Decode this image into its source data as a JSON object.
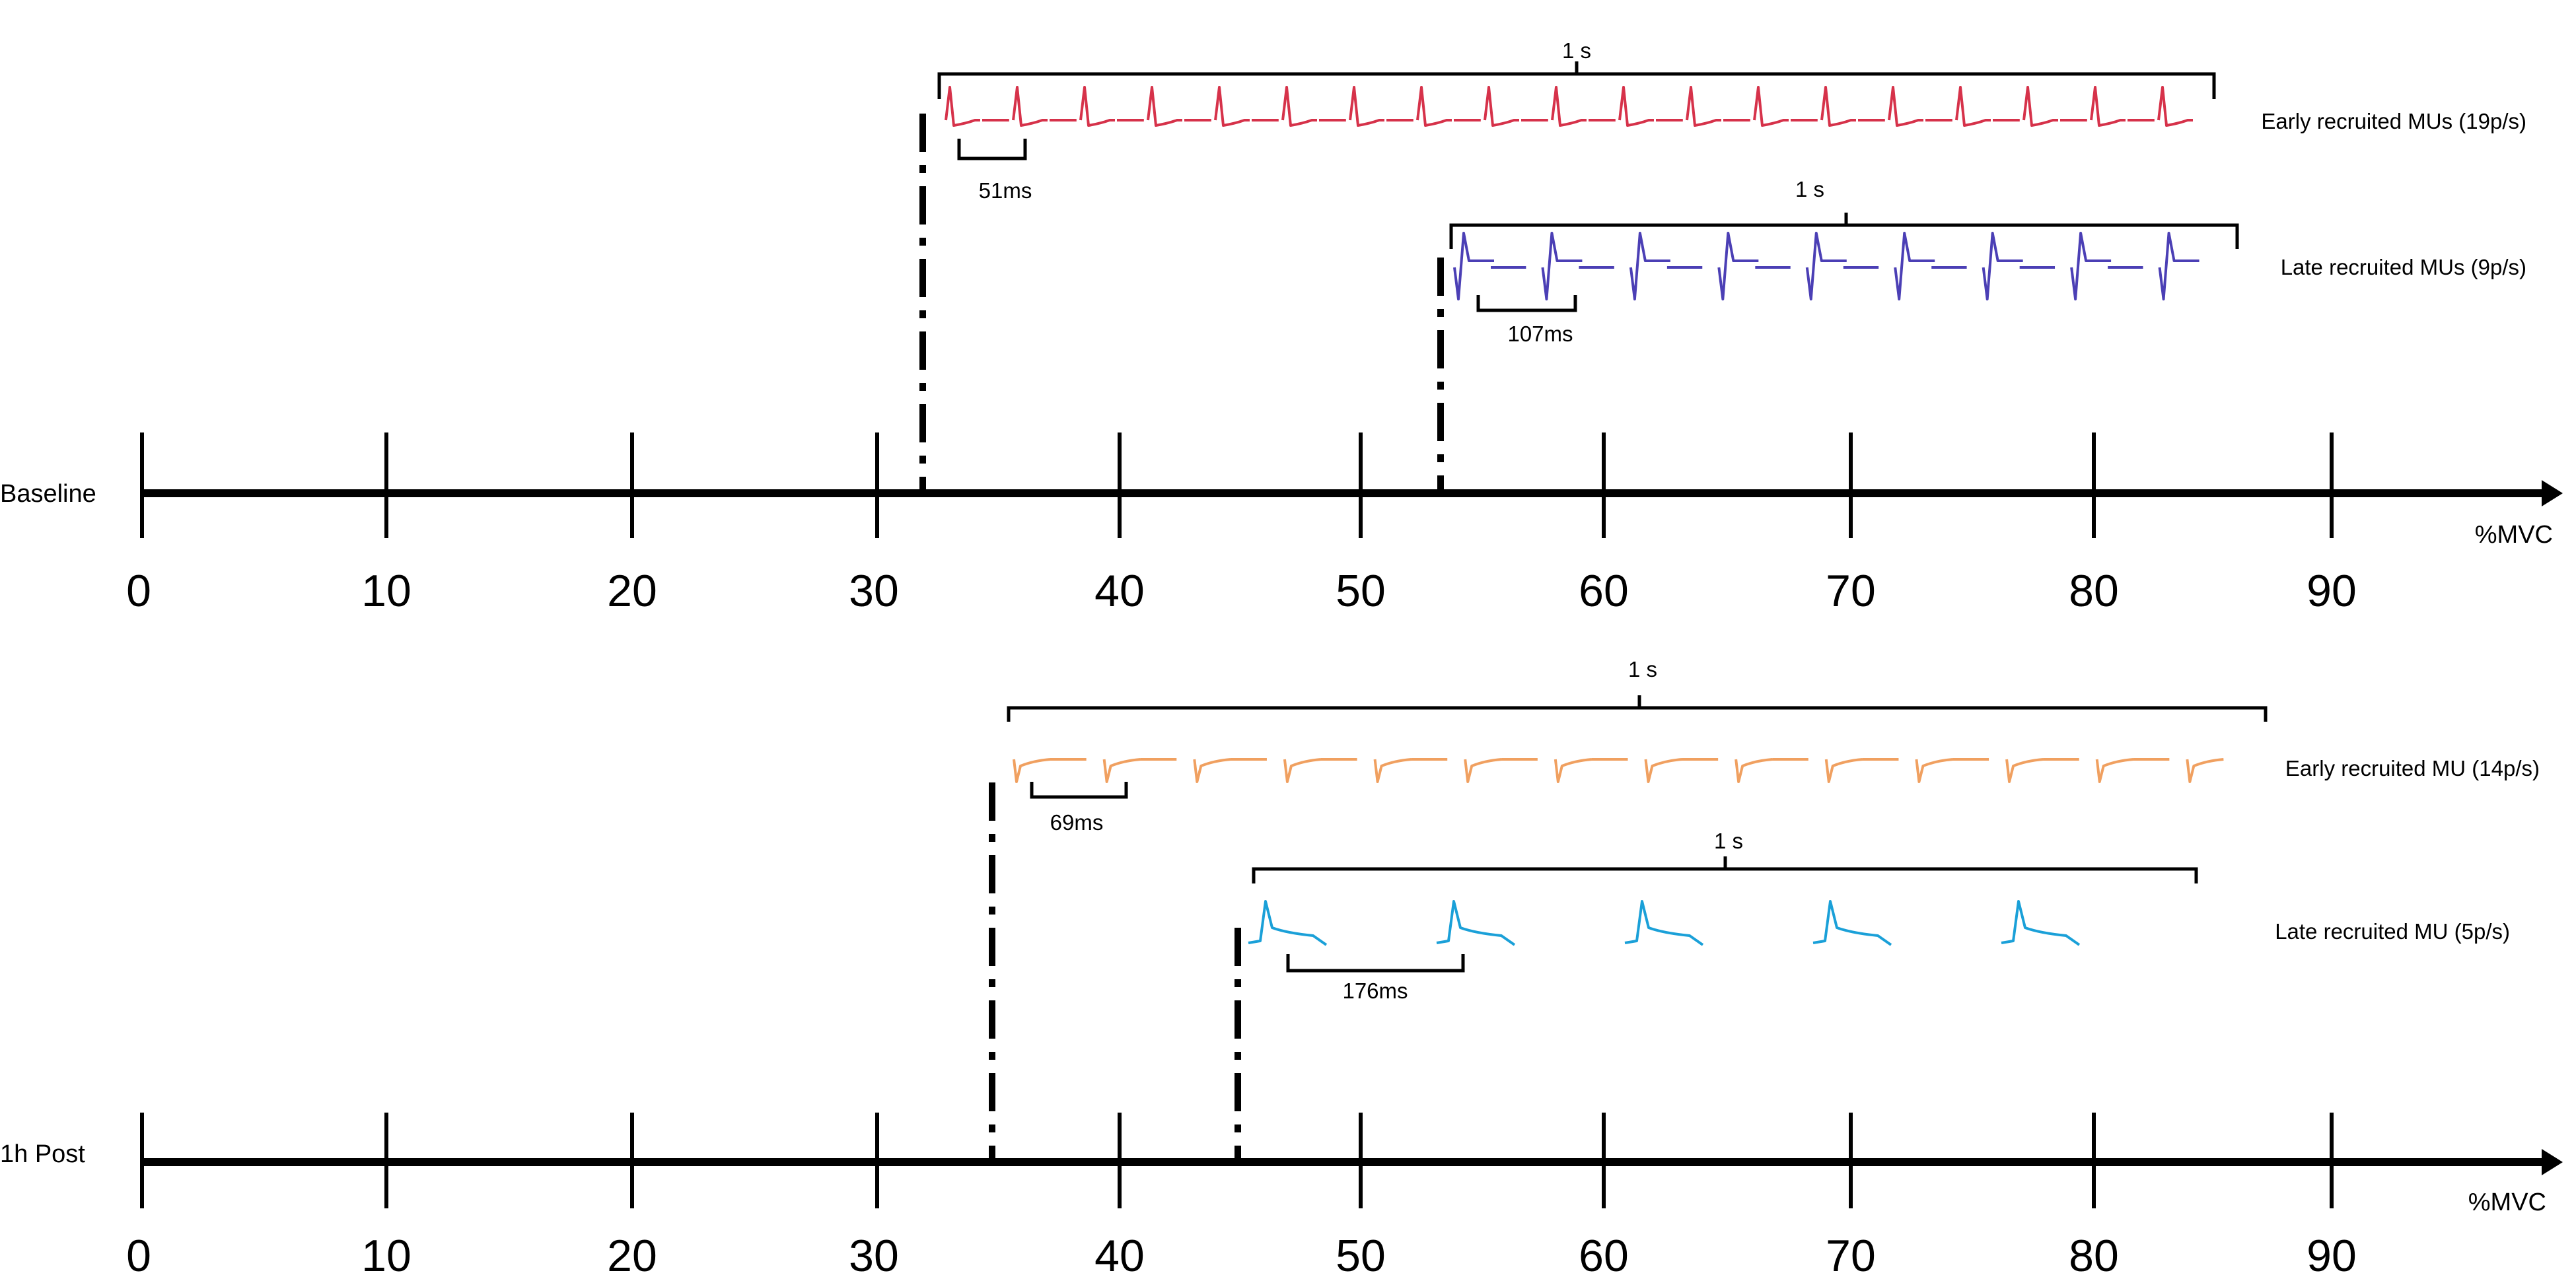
{
  "panels": [
    {
      "id": "baseline",
      "condition_label": "Baseline",
      "axis_label": "%MVC",
      "ticks": [
        "0",
        "10",
        "20",
        "30",
        "40",
        "50",
        "60",
        "70",
        "80",
        "90"
      ],
      "trains": [
        {
          "id": "early",
          "name": "Early recruited MUs (19p/s)",
          "duration_label": "1 s",
          "interval_label": "51ms",
          "color": "#d6324a",
          "threshold_mvc": 32,
          "firing_rate_pps": 19,
          "interval_ms": 51,
          "waveform": "biphasic"
        },
        {
          "id": "late",
          "name": "Late recruited MUs (9p/s)",
          "duration_label": "1 s",
          "interval_label": "107ms",
          "color": "#4b3fb5",
          "threshold_mvc": 53.5,
          "firing_rate_pps": 9,
          "interval_ms": 107,
          "waveform": "negative-biphasic"
        }
      ]
    },
    {
      "id": "post",
      "condition_label": "1h Post",
      "axis_label": "%MVC",
      "ticks": [
        "0",
        "10",
        "20",
        "30",
        "40",
        "50",
        "60",
        "70",
        "80",
        "90"
      ],
      "trains": [
        {
          "id": "early",
          "name": "Early recruited MU (14p/s)",
          "duration_label": "1 s",
          "interval_label": "69ms",
          "color": "#f0a060",
          "threshold_mvc": 35,
          "firing_rate_pps": 14,
          "interval_ms": 69,
          "waveform": "small-negative"
        },
        {
          "id": "late",
          "name": "Late recruited MU (5p/s)",
          "duration_label": "1 s",
          "interval_label": "176ms",
          "color": "#1aa0d8",
          "threshold_mvc": 45,
          "firing_rate_pps": 5,
          "interval_ms": 176,
          "waveform": "positive"
        }
      ]
    }
  ]
}
